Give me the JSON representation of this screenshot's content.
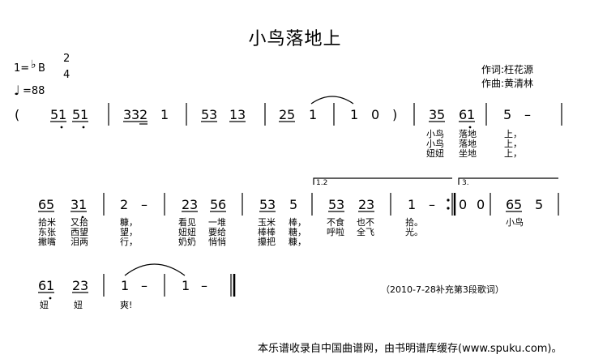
{
  "title": "小鸟落地上",
  "key": {
    "prefix": "1=",
    "flat": "♭",
    "note": "B",
    "time_top": "2",
    "time_bottom": "4",
    "tempo": "=88"
  },
  "credits": {
    "lyricist": "作词:枉花源",
    "composer": "作曲:黄清林"
  },
  "line1": {
    "open_paren": "(",
    "m1": [
      "5",
      "1",
      "5",
      "1"
    ],
    "m2": [
      "3",
      "3",
      "2",
      "1"
    ],
    "m3": [
      "5",
      "3",
      "1",
      "3"
    ],
    "m4": [
      "2",
      "5",
      "1"
    ],
    "m5": [
      "1",
      "0"
    ],
    "close_paren": ")",
    "m6": [
      "3",
      "5",
      "6",
      "1"
    ],
    "m7": [
      "5",
      "–"
    ],
    "lyrics": [
      [
        "小鸟",
        "落地",
        "上，"
      ],
      [
        "小鸟",
        "落地",
        "上，"
      ],
      [
        "妞妞",
        "坐地",
        "上，"
      ]
    ]
  },
  "line2": {
    "volta1": "1.2",
    "volta3": "3.",
    "m1": [
      "6",
      "5",
      "3",
      "1"
    ],
    "m2": [
      "2",
      "–"
    ],
    "m3": [
      "2",
      "3",
      "5",
      "6"
    ],
    "m4": [
      "5",
      "3",
      "5"
    ],
    "m5": [
      "5",
      "3",
      "2",
      "3"
    ],
    "m6": [
      "1",
      "–"
    ],
    "m7": [
      "0",
      "0"
    ],
    "m8": [
      "6",
      "5",
      "5"
    ],
    "lyrics": [
      [
        "拾米",
        "又拾",
        "糠，",
        "看见",
        "一堆",
        "玉米",
        "棒，",
        "不食",
        "也不",
        "拾。",
        "小鸟"
      ],
      [
        "东张",
        "西望",
        "望，",
        "妞妞",
        "要给",
        "棒棒",
        "糖，",
        "呼啦",
        "全飞",
        "光。"
      ],
      [
        "撇嘴",
        "泪两",
        "行，",
        "奶奶",
        "悄悄",
        "攥把",
        "糠，"
      ]
    ]
  },
  "line3": {
    "m1": [
      "6",
      "1",
      "2",
      "3"
    ],
    "m2": [
      "1",
      "–"
    ],
    "m3": [
      "1",
      "–"
    ],
    "lyrics": [
      "妞",
      "妞",
      "爽!"
    ],
    "note": "（2010-7-28补充第3段歌词）"
  },
  "footer": "本乐谱收录自中国曲谱网，由书明谱库缓存(www.spuku.com)。"
}
